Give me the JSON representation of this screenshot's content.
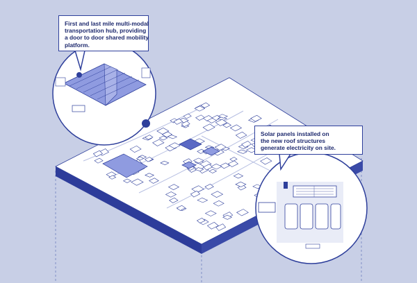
{
  "callouts": {
    "hub": {
      "lines": [
        "First and last mile multi-modal",
        "transportation hub, providing",
        "a door to door shared mobility",
        "platform."
      ]
    },
    "solar": {
      "lines": [
        "Solar panels installed on",
        "the new roof structures",
        "generate electricity on site."
      ]
    }
  },
  "colors": {
    "background": "#c8cfe6",
    "ink": "#2e3f9b",
    "highlight": "#8f9be0",
    "ground": "#ffffff",
    "base_edge": "#2d3c9a"
  }
}
